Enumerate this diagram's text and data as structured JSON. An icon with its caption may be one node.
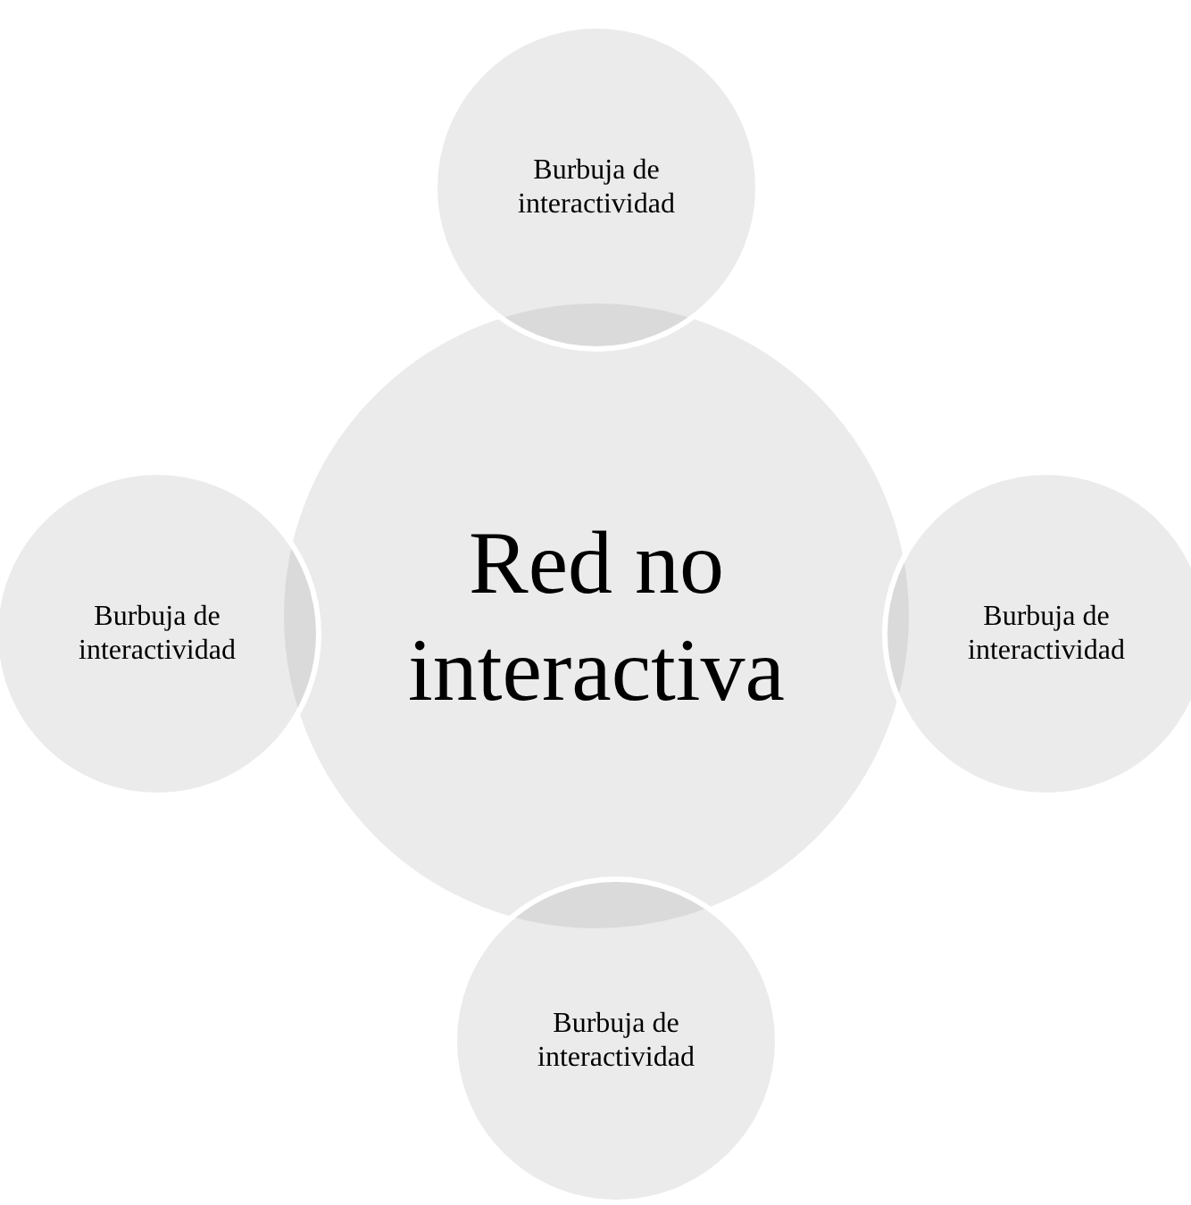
{
  "diagram": {
    "nodes": [
      {
        "text": [
          "Burbuja de interactividad"
        ]
      },
      {
        "text": [
          "Burbuja de interactividad"
        ]
      },
      {
        "text": [
          "Red no interactiva"
        ]
      },
      {
        "text": [
          "Burbuja de interactividad"
        ]
      },
      {
        "text": [
          "Burbuja de interactividad"
        ]
      }
    ]
  }
}
